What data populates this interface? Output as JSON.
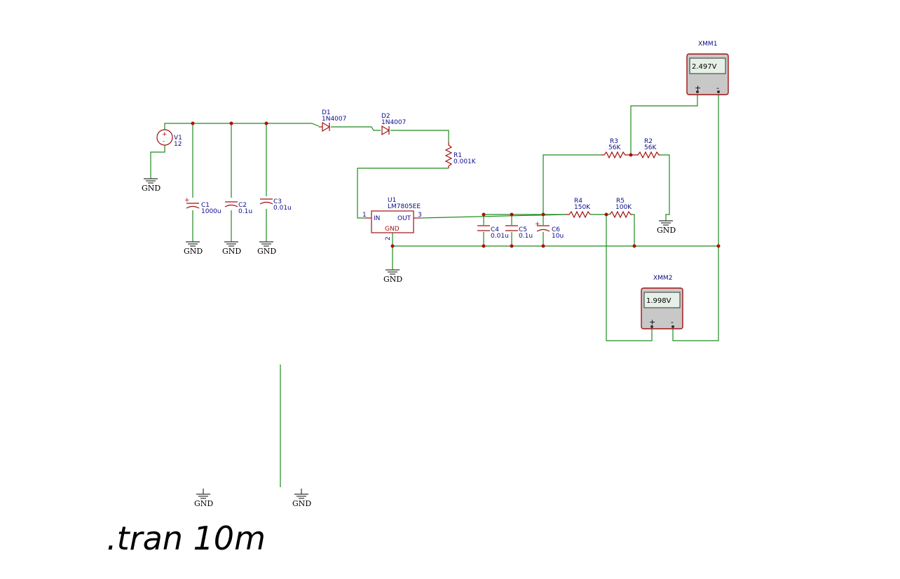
{
  "components": {
    "v1": {
      "ref": "V1",
      "value": "12"
    },
    "c1": {
      "ref": "C1",
      "value": "1000u"
    },
    "c2": {
      "ref": "C2",
      "value": "0.1u"
    },
    "c3": {
      "ref": "C3",
      "value": "0.01u"
    },
    "d1": {
      "ref": "D1",
      "value": "1N4007"
    },
    "d2": {
      "ref": "D2",
      "value": "1N4007"
    },
    "r1": {
      "ref": "R1",
      "value": "0.001K"
    },
    "u1": {
      "ref": "U1",
      "value": "LM7805EE",
      "pin_in": "IN",
      "pin_out": "OUT",
      "pin_gnd": "GND",
      "pin1": "1",
      "pin2": "2",
      "pin3": "3"
    },
    "c4": {
      "ref": "C4",
      "value": "0.01u"
    },
    "c5": {
      "ref": "C5",
      "value": "0.1u"
    },
    "c6": {
      "ref": "C6",
      "value": "10u"
    },
    "r3": {
      "ref": "R3",
      "value": "56K"
    },
    "r2": {
      "ref": "R2",
      "value": "56K"
    },
    "r4": {
      "ref": "R4",
      "value": "150K"
    },
    "r5": {
      "ref": "R5",
      "value": "100K"
    }
  },
  "meters": {
    "xmm1": {
      "ref": "XMM1",
      "reading": "2.497V",
      "plus": "+",
      "minus": "-"
    },
    "xmm2": {
      "ref": "XMM2",
      "reading": "1.998V",
      "plus": "+",
      "minus": "-"
    }
  },
  "ground_label": "GND",
  "directive": ".tran 10m",
  "colors": {
    "wire": "#1f8a1f",
    "component": "#a01010",
    "label": "#0b0b8a"
  }
}
